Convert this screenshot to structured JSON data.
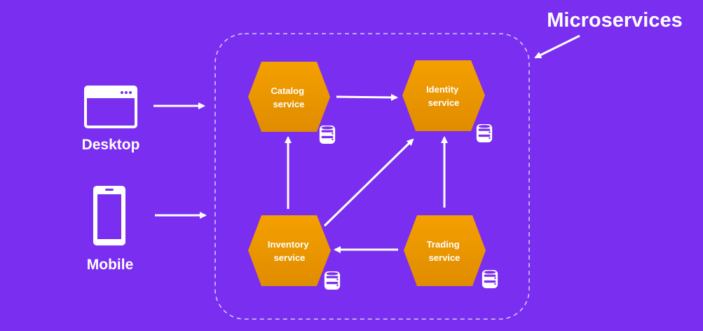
{
  "title": "Microservices",
  "clients": {
    "desktop": {
      "label": "Desktop"
    },
    "mobile": {
      "label": "Mobile"
    }
  },
  "services": {
    "catalog": {
      "line1": "Catalog",
      "line2": "service"
    },
    "identity": {
      "line1": "Identity",
      "line2": "service"
    },
    "inventory": {
      "line1": "Inventory",
      "line2": "service"
    },
    "trading": {
      "line1": "Trading",
      "line2": "service"
    }
  },
  "colors": {
    "background": "#7a2ef0",
    "hexagon": "#f29a00",
    "hexagon_dark": "#d98400",
    "lines": "#ffffff"
  },
  "icons": {
    "desktop": "browser-window-icon",
    "mobile": "smartphone-icon",
    "database": "database-icon"
  }
}
